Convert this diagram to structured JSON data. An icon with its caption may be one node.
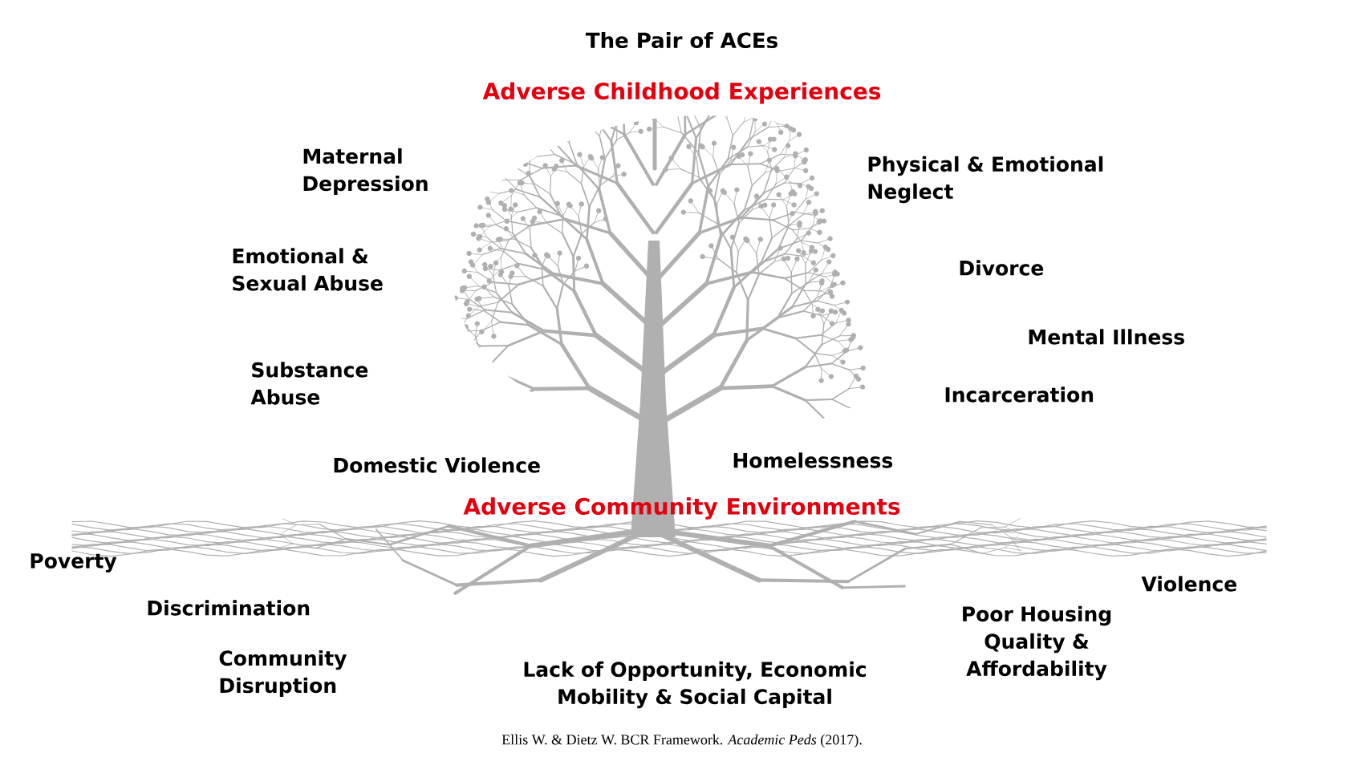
{
  "diagram": {
    "title": "The Pair of ACEs",
    "caption": "Ellis W. & Dietz W. BCR Framework. *Academic Peds* (2017).",
    "labels": [
      "Adverse Childhood Experiences",
      "Maternal Depression",
      "Physical & Emotional Neglect",
      "Emotional & Sexual Abuse",
      "Divorce",
      "Mental Illness",
      "Substance Abuse",
      "Incarceration",
      "Domestic Violence",
      "Homelessness",
      "Adverse Community Environments",
      "Poverty",
      "Violence",
      "Discrimination",
      "Poor Housing Quality & Affordability",
      "Community Disruption",
      "Lack of Opportunity, Economic Mobility & Social Capital"
    ]
  }
}
